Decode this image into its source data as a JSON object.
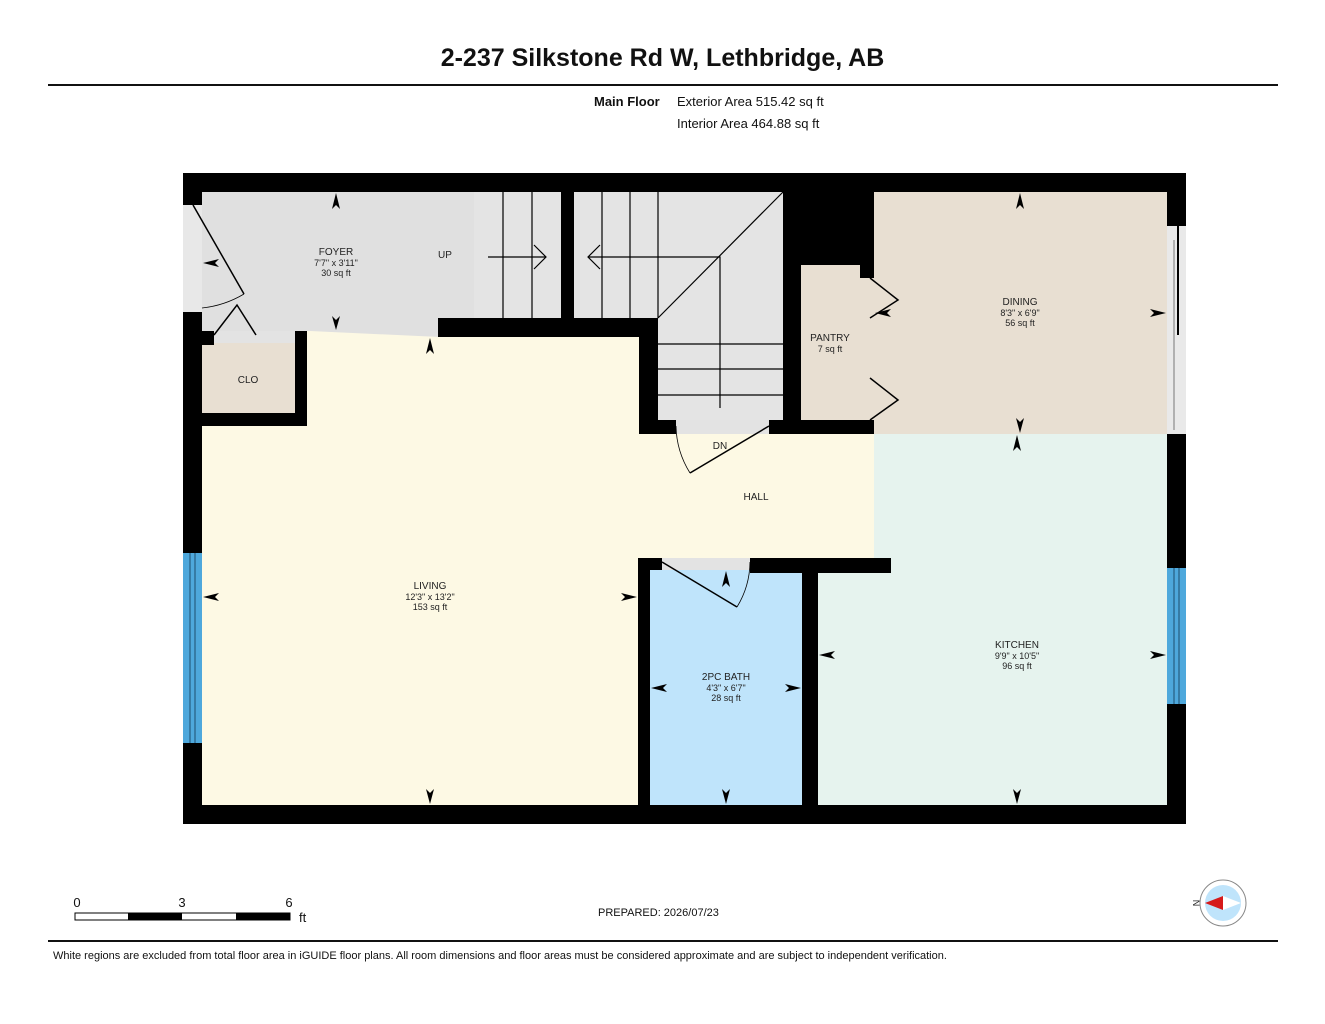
{
  "header": {
    "title": "2-237 Silkstone Rd W, Lethbridge, AB",
    "floor_name": "Main Floor",
    "exterior_area": "Exterior Area 515.42 sq ft",
    "interior_area": "Interior Area 464.88 sq ft"
  },
  "rooms": {
    "foyer": {
      "name": "FOYER",
      "dims": "7'7\" x 3'11\"",
      "area": "30 sq ft"
    },
    "clo": {
      "name": "CLO"
    },
    "living": {
      "name": "LIVING",
      "dims": "12'3\" x 13'2\"",
      "area": "153 sq ft"
    },
    "hall": {
      "name": "HALL"
    },
    "pantry": {
      "name": "PANTRY",
      "area": "7 sq ft"
    },
    "dining": {
      "name": "DINING",
      "dims": "8'3\" x 6'9\"",
      "area": "56 sq ft"
    },
    "kitchen": {
      "name": "KITCHEN",
      "dims": "9'9\" x 10'5\"",
      "area": "96 sq ft"
    },
    "bath": {
      "name": "2PC BATH",
      "dims": "4'3\" x 6'7\"",
      "area": "28 sq ft"
    }
  },
  "stairs": {
    "up_label": "UP",
    "down_label": "DN"
  },
  "scale_bar": {
    "ticks": [
      "0",
      "3",
      "6"
    ],
    "unit": "ft"
  },
  "compass": {
    "label": "N"
  },
  "footer": {
    "prepared": "PREPARED: 2026/07/23",
    "disclaimer": "White regions are excluded from total floor area in iGUIDE floor plans. All room dimensions and floor areas must be considered approximate and are subject to independent verification."
  },
  "colors": {
    "wall": "#000000",
    "foyer": "#e0e0e0",
    "living": "#fdf9e4",
    "dining": "#e8dfd2",
    "kitchen": "#e6f3ee",
    "bath": "#bfe4fb",
    "window": "#4ea8dc"
  }
}
